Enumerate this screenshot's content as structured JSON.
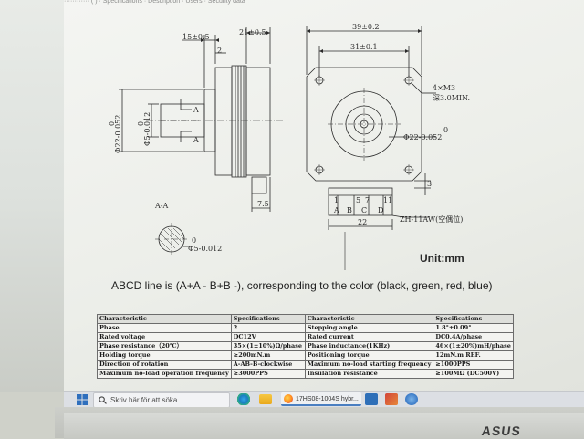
{
  "top_strip_text": "············ (  ) · Specifications · Description · Users · Security data",
  "drawing": {
    "side_view": {
      "dim_15": "15±0.5",
      "dim_21": "21±0.5",
      "dim_2": "2",
      "dim_shaft": "Φ5-0.012",
      "dim_shaft_upper": "0",
      "dim_boss": "Φ22-0.052",
      "dim_boss_upper": "0",
      "section_a_top": "A",
      "section_a_bottom": "A",
      "dim_7_5": "7.5"
    },
    "front_view": {
      "dim_39": "39±0.2",
      "dim_31": "31±0.1",
      "screw_note_1": "4×M3",
      "screw_note_2": "深3.0MIN.",
      "dim_boss": "Φ22-0.052",
      "dim_boss_upper": "0",
      "dim_3": "3",
      "pin_numbers": [
        "1",
        "5",
        "7",
        "11"
      ],
      "pin_letters": [
        "A",
        "B",
        "C",
        "D"
      ],
      "dim_22": "22",
      "connector": "ZH-11AW(空偶位)"
    },
    "section": {
      "title": "A-A",
      "dim_shaft": "Φ5-0.012",
      "dim_shaft_upper": "0"
    }
  },
  "unit_label": "Unit:mm",
  "abcd_text": "ABCD line is (A+A - B+B -), corresponding to the color (black, green, red, blue)",
  "spec_table": {
    "header": [
      "Characteristic",
      "Specifications",
      "Characteristic",
      "Specifications"
    ],
    "rows": [
      [
        "Phase",
        "2",
        "Stepping angle",
        "1.8°±0.09°"
      ],
      [
        "Rated voltage",
        "DC12V",
        "Rated current",
        "DC0.4A/phase"
      ],
      [
        "Phase resistance（20℃）",
        "35×(1±10%)Ω/phase",
        "Phase inductance(1KHz)",
        "46×(1±20%)mH/phase"
      ],
      [
        "Holding torque",
        "≥200mN.m",
        "Positioning torque",
        "12mN.m REF."
      ],
      [
        "Direction of rotation",
        "A-AB-B-clockwise",
        "Maximum no-load starting frequency",
        "≥1000PPS"
      ],
      [
        "Maximum no-load operation frequency",
        "≥3000PPS",
        "Insulation resistance",
        "≥100MΩ (DC500V)"
      ]
    ]
  },
  "taskbar": {
    "search_placeholder": "Skriv här för att söka",
    "firefox_task_label": "17HS08-1004S hybr..."
  },
  "bezel_logo": "ASUS"
}
